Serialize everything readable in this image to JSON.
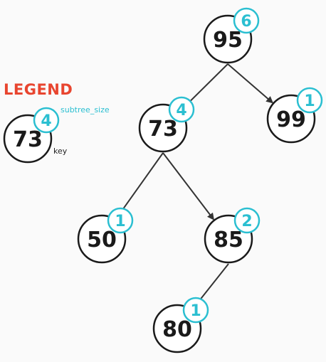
{
  "legend": {
    "title": "LEGEND",
    "key": "73",
    "size": "4",
    "size_label": "subtree_size",
    "key_label": "key"
  },
  "colors": {
    "node_stroke": "#1a1a1a",
    "badge": "#2bbfd1",
    "legend_title": "#e8452f",
    "edge": "#333333"
  },
  "tree": {
    "nodes": [
      {
        "id": "n95",
        "key": "95",
        "size": "6"
      },
      {
        "id": "n73",
        "key": "73",
        "size": "4"
      },
      {
        "id": "n99",
        "key": "99",
        "size": "1"
      },
      {
        "id": "n50",
        "key": "50",
        "size": "1"
      },
      {
        "id": "n85",
        "key": "85",
        "size": "2"
      },
      {
        "id": "n80",
        "key": "80",
        "size": "1"
      }
    ],
    "edges": [
      {
        "from": "n95",
        "to": "n73"
      },
      {
        "from": "n95",
        "to": "n99"
      },
      {
        "from": "n73",
        "to": "n50"
      },
      {
        "from": "n73",
        "to": "n85"
      },
      {
        "from": "n85",
        "to": "n80"
      }
    ]
  }
}
